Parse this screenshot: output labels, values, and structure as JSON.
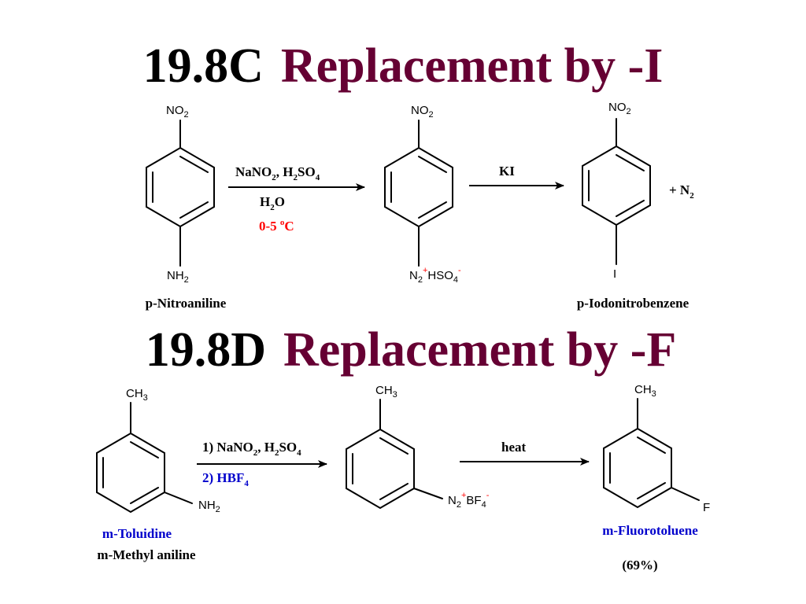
{
  "colors": {
    "title_number": "#000000",
    "title_text": "#660033",
    "temperature": "#ff0000",
    "blue_label": "#0000cc"
  },
  "section_c": {
    "number": "19.8C",
    "title": "Replacement by -I",
    "reactant_top": {
      "main": "NO",
      "sub": "2"
    },
    "reactant_bottom": {
      "main": "NH",
      "sub": "2"
    },
    "reactant_name": "p-Nitroaniline",
    "reagent_line1": {
      "a": "NaNO",
      "a_sub": "2",
      "b": ", H",
      "b_sub": "2",
      "c": "SO",
      "c_sub": "4"
    },
    "reagent_line2": {
      "a": "H",
      "a_sub": "2",
      "b": "O"
    },
    "temperature": {
      "a": "0-5 ",
      "sup": "o",
      "b": "C"
    },
    "intermediate_top": {
      "main": "NO",
      "sub": "2"
    },
    "intermediate_bottom": {
      "a": "N",
      "a_sub": "2",
      "a_sup": "+",
      "b": "HSO",
      "b_sub": "4",
      "b_sup": "-"
    },
    "reagent2": "KI",
    "product_top": {
      "main": "NO",
      "sub": "2"
    },
    "product_bottom": "I",
    "byproduct": {
      "a": "+  N",
      "sub": "2"
    },
    "product_name": "p-Iodonitrobenzene"
  },
  "section_d": {
    "number": "19.8D",
    "title": "Replacement by -F",
    "reactant_top": {
      "main": "CH",
      "sub": "3"
    },
    "reactant_sub": {
      "main": "NH",
      "sub": "2"
    },
    "reactant_name": "m-Toluidine",
    "reactant_alt_name": "m-Methyl aniline",
    "reagent_line1": {
      "a": "1) NaNO",
      "a_sub": "2",
      "b": ", H",
      "b_sub": "2",
      "c": "SO",
      "c_sub": "4"
    },
    "reagent_line2": {
      "a": "2)  HBF",
      "a_sub": "4"
    },
    "intermediate_top": {
      "main": "CH",
      "sub": "3"
    },
    "intermediate_sub": {
      "a": "N",
      "a_sub": "2",
      "a_sup": "+",
      "b": "BF",
      "b_sub": "4",
      "b_sup": "-"
    },
    "reagent2": "heat",
    "product_top": {
      "main": "CH",
      "sub": "3"
    },
    "product_sub": "F",
    "product_name": "m-Fluorotoluene",
    "yield": "(69%)"
  }
}
